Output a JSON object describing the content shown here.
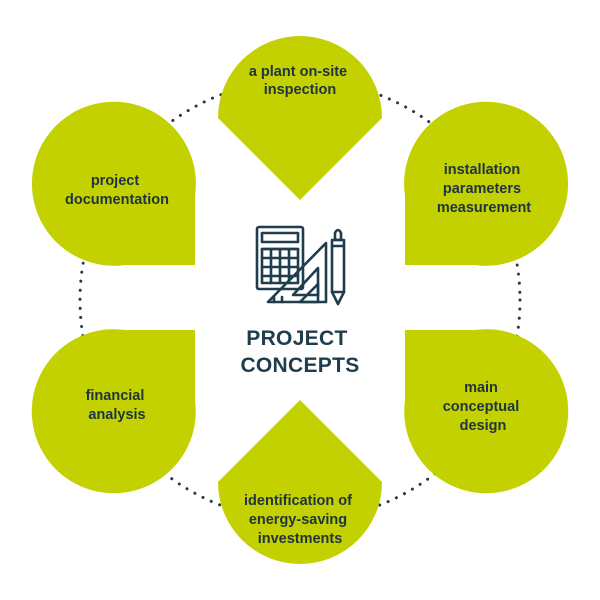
{
  "colors": {
    "petal": "#c3d100",
    "text": "#1f3340",
    "icon": "#1f3d4d",
    "dots": "#2a3a44"
  },
  "center": {
    "icon": "drafting-tools-icon",
    "title_line1": "PROJECT",
    "title_line2": "CONCEPTS"
  },
  "petals": [
    {
      "id": "top",
      "lines": [
        "a plant on-site",
        "inspection"
      ]
    },
    {
      "id": "upper-right",
      "lines": [
        "installation",
        "parameters",
        "measurement"
      ]
    },
    {
      "id": "lower-right",
      "lines": [
        "main",
        "conceptual",
        "design"
      ]
    },
    {
      "id": "bottom",
      "lines": [
        "identification of",
        "energy-saving",
        "investments"
      ]
    },
    {
      "id": "lower-left",
      "lines": [
        "financial",
        "analysis"
      ]
    },
    {
      "id": "upper-left",
      "lines": [
        "project",
        "documentation"
      ]
    }
  ]
}
